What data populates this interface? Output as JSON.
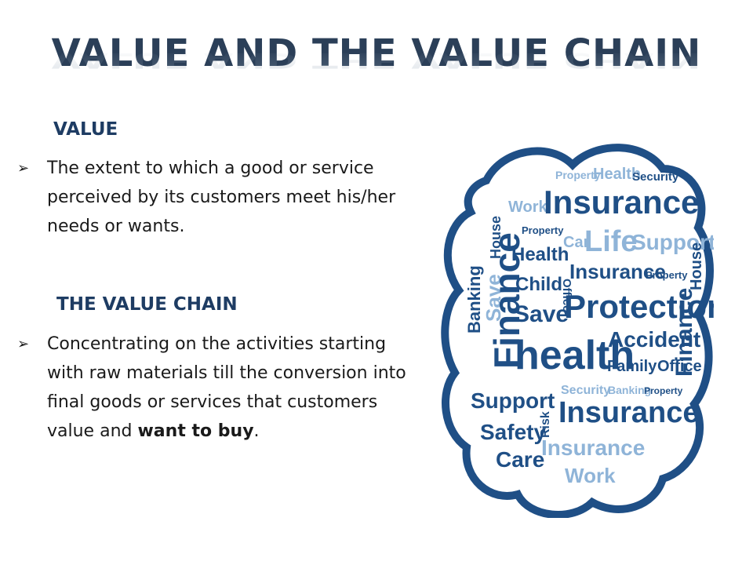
{
  "slide": {
    "title": "VALUE AND THE VALUE CHAIN",
    "sections": [
      {
        "heading": "VALUE",
        "bullet": "The extent to which a good or service perceived by its customers meet his/her needs or wants."
      },
      {
        "heading": "THE VALUE CHAIN",
        "bullet_prefix": "Concentrating on the activities starting with raw materials till the conversion into final goods or services that customers value and",
        "bullet_bold": "want to buy",
        "bullet_suffix": "."
      }
    ],
    "bullet_icon": "arrow-bullet-icon",
    "word_cloud": {
      "words": [
        "Property",
        "Health",
        "Security",
        "Work",
        "Insurance",
        "Property",
        "Car",
        "Life",
        "Support",
        "Health",
        "Office",
        "Child",
        "Insurance",
        "Property",
        "Save",
        "Protection",
        "Banking",
        "Save",
        "House",
        "Finance",
        "health",
        "Accident",
        "Family",
        "Office",
        "Finance",
        "House",
        "Security",
        "Banking",
        "Property",
        "Support",
        "Risk",
        "Safety",
        "Insurance",
        "Insurance",
        "Care",
        "Work"
      ]
    },
    "colors": {
      "title": "#2b3f58",
      "heading": "#1e3c63",
      "cloud_dark": "#1f4f86",
      "cloud_light": "#8fb4d8"
    }
  }
}
